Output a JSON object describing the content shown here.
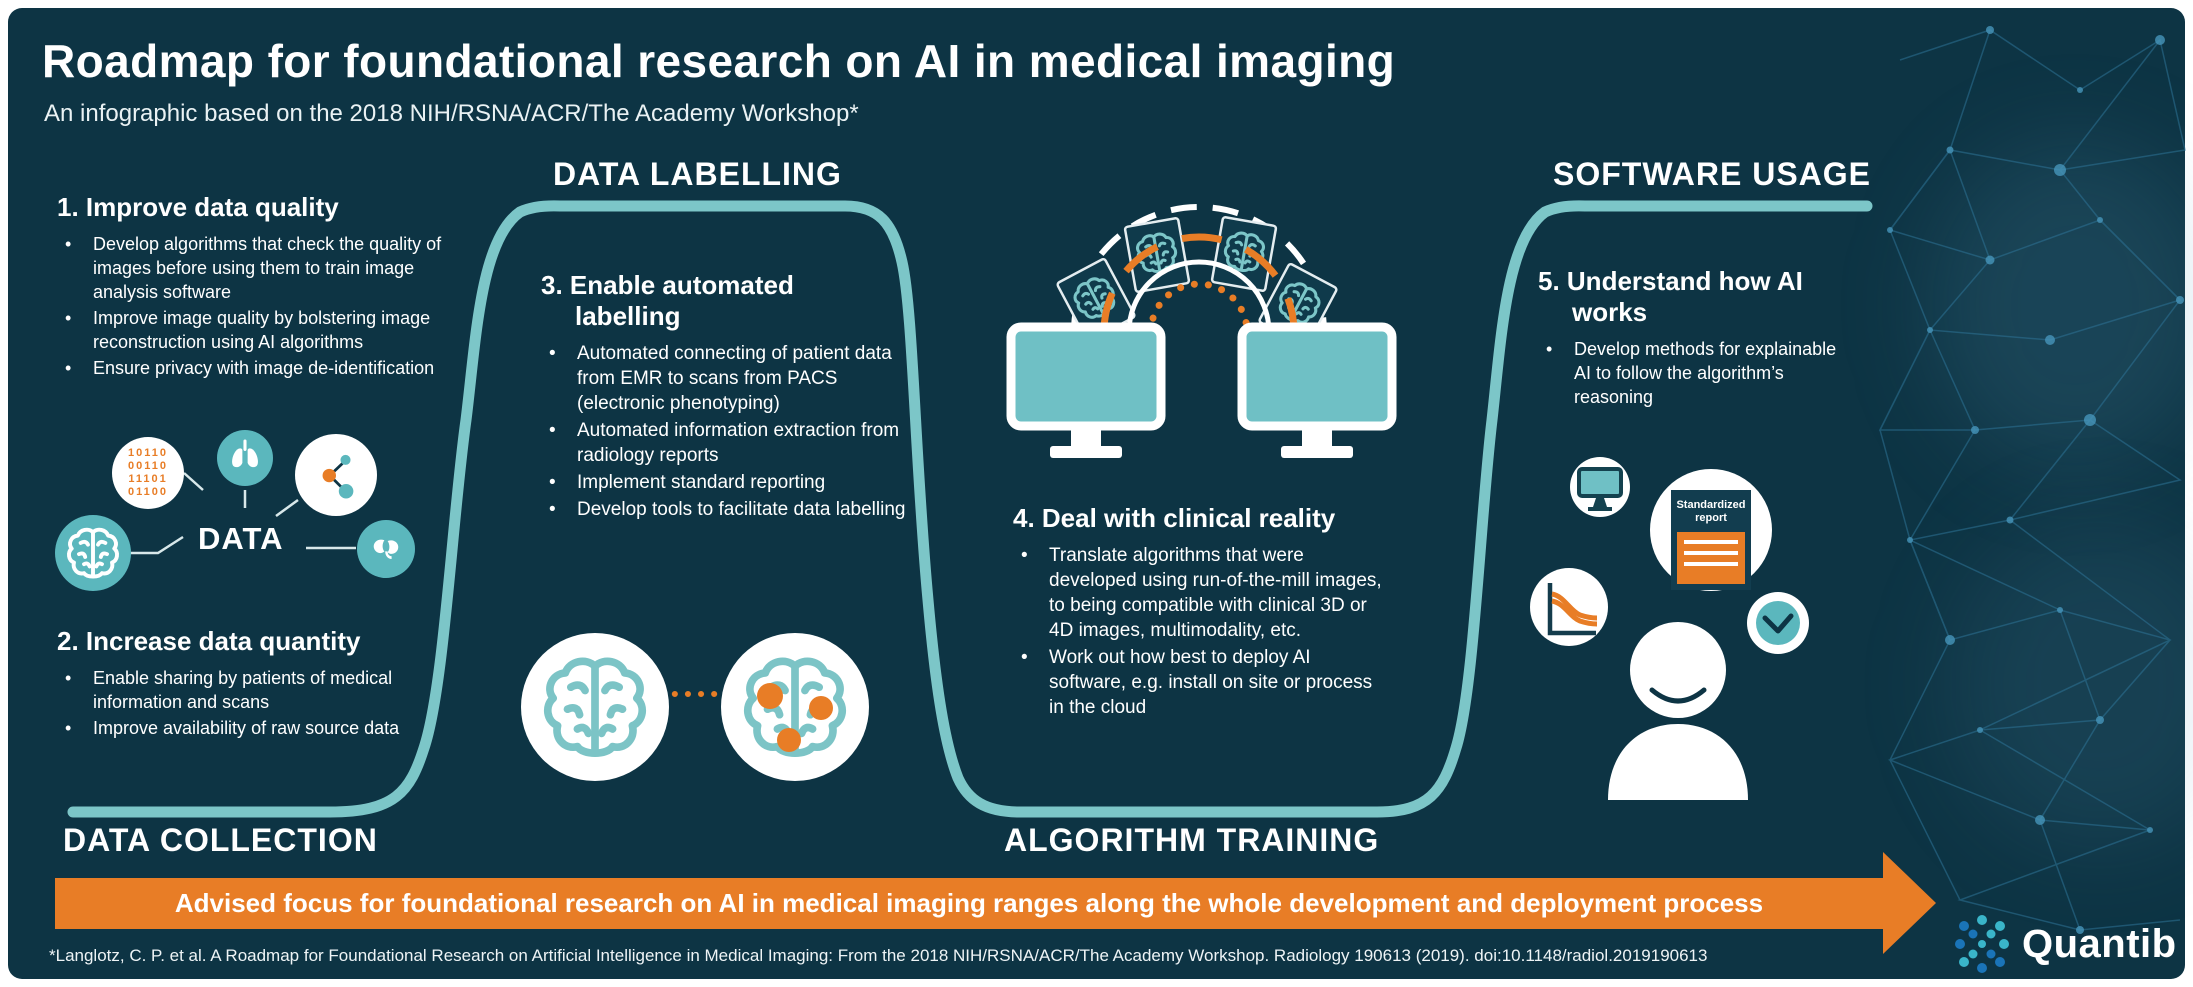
{
  "colors": {
    "background": "#0d3444",
    "path_teal": "#7cc6c8",
    "icon_teal": "#5bb7bd",
    "accent_orange": "#e87d26",
    "text_white": "#ffffff"
  },
  "header": {
    "title": "Roadmap for foundational research on AI in medical imaging",
    "subtitle": "An infographic based on the 2018 NIH/RSNA/ACR/The Academy Workshop*"
  },
  "stages": {
    "data_collection": "DATA COLLECTION",
    "data_labelling": "DATA LABELLING",
    "algorithm_training": "ALGORITHM TRAINING",
    "software_usage": "SOFTWARE USAGE"
  },
  "sections": [
    {
      "heading": "1. Improve data quality",
      "bullets": [
        "Develop algorithms that check the quality of images before using them to train image analysis software",
        "Improve image quality by bolstering image reconstruction using AI algorithms",
        "Ensure privacy with image de-identification"
      ]
    },
    {
      "heading": "2. Increase data quantity",
      "bullets": [
        "Enable sharing by patients of medical information and scans",
        "Improve availability of raw source data"
      ]
    },
    {
      "heading": "3. Enable automated labelling",
      "bullets": [
        "Automated connecting of patient data from EMR to scans from PACS (electronic phenotyping)",
        "Automated information extraction from radiology reports",
        "Implement standard reporting",
        "Develop tools to facilitate data labelling"
      ]
    },
    {
      "heading": "4. Deal with clinical reality",
      "bullets": [
        "Translate algorithms that were developed using run-of-the-mill images, to being compatible with clinical 3D or 4D images, multimodality, etc.",
        "Work out how best to deploy AI software, e.g. install on site or process in the cloud"
      ]
    },
    {
      "heading": "5. Understand how AI works",
      "bullets": [
        "Develop methods for explainable AI to follow the algorithm’s reasoning"
      ]
    }
  ],
  "data_cluster": {
    "label": "DATA",
    "binary_lines": [
      "10110",
      "00110",
      "11101",
      "01100"
    ]
  },
  "software_icons": {
    "report_label": "Standardized report"
  },
  "banner": {
    "text": "Advised focus for foundational research on AI in medical imaging ranges along the whole development and deployment process"
  },
  "footer": {
    "citation": "*Langlotz, C. P. et al. A Roadmap for Foundational Research on Artificial Intelligence in Medical Imaging: From the 2018 NIH/RSNA/ACR/The Academy Workshop. Radiology 190613 (2019). doi:10.1148/radiol.2019190613"
  },
  "logo": {
    "text": "Quantib"
  }
}
